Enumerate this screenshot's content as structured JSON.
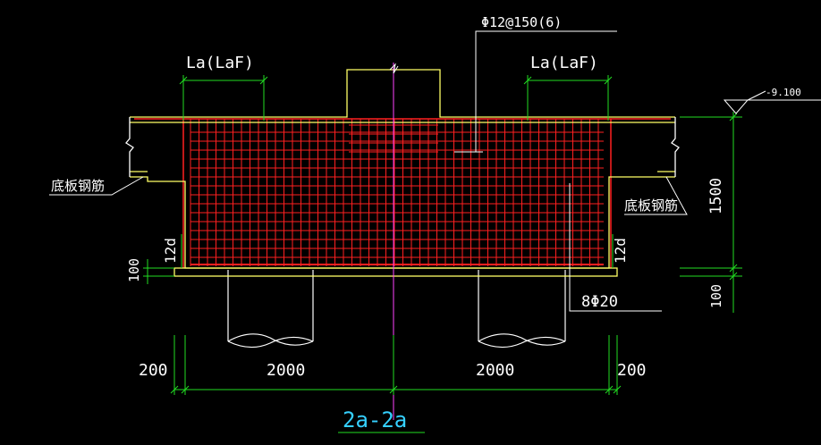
{
  "drawing": {
    "title": "2a-2a",
    "elevation": "-9.100",
    "rebar_callout_top": "Φ12@150(6)",
    "rebar_callout_bottom": "8Φ20",
    "anchor_left": "La(LaF)",
    "anchor_right": "La(LaF)",
    "slab_rebar_left": "底板钢筋",
    "slab_rebar_right": "底板钢筋",
    "dev_left": "12d",
    "dev_right": "12d",
    "dim_left_100": "100",
    "dim_right_100": "100",
    "dim_height": "1500",
    "dim_bottom": [
      "200",
      "2000",
      "2000",
      "200"
    ]
  },
  "colors": {
    "background": "#000000",
    "concrete_outline": "#ffff66",
    "rebar": "#ff2020",
    "dimension": "#22dd22",
    "axis": "#ff44ff",
    "text": "#ffffff",
    "title": "#35d0ff"
  }
}
